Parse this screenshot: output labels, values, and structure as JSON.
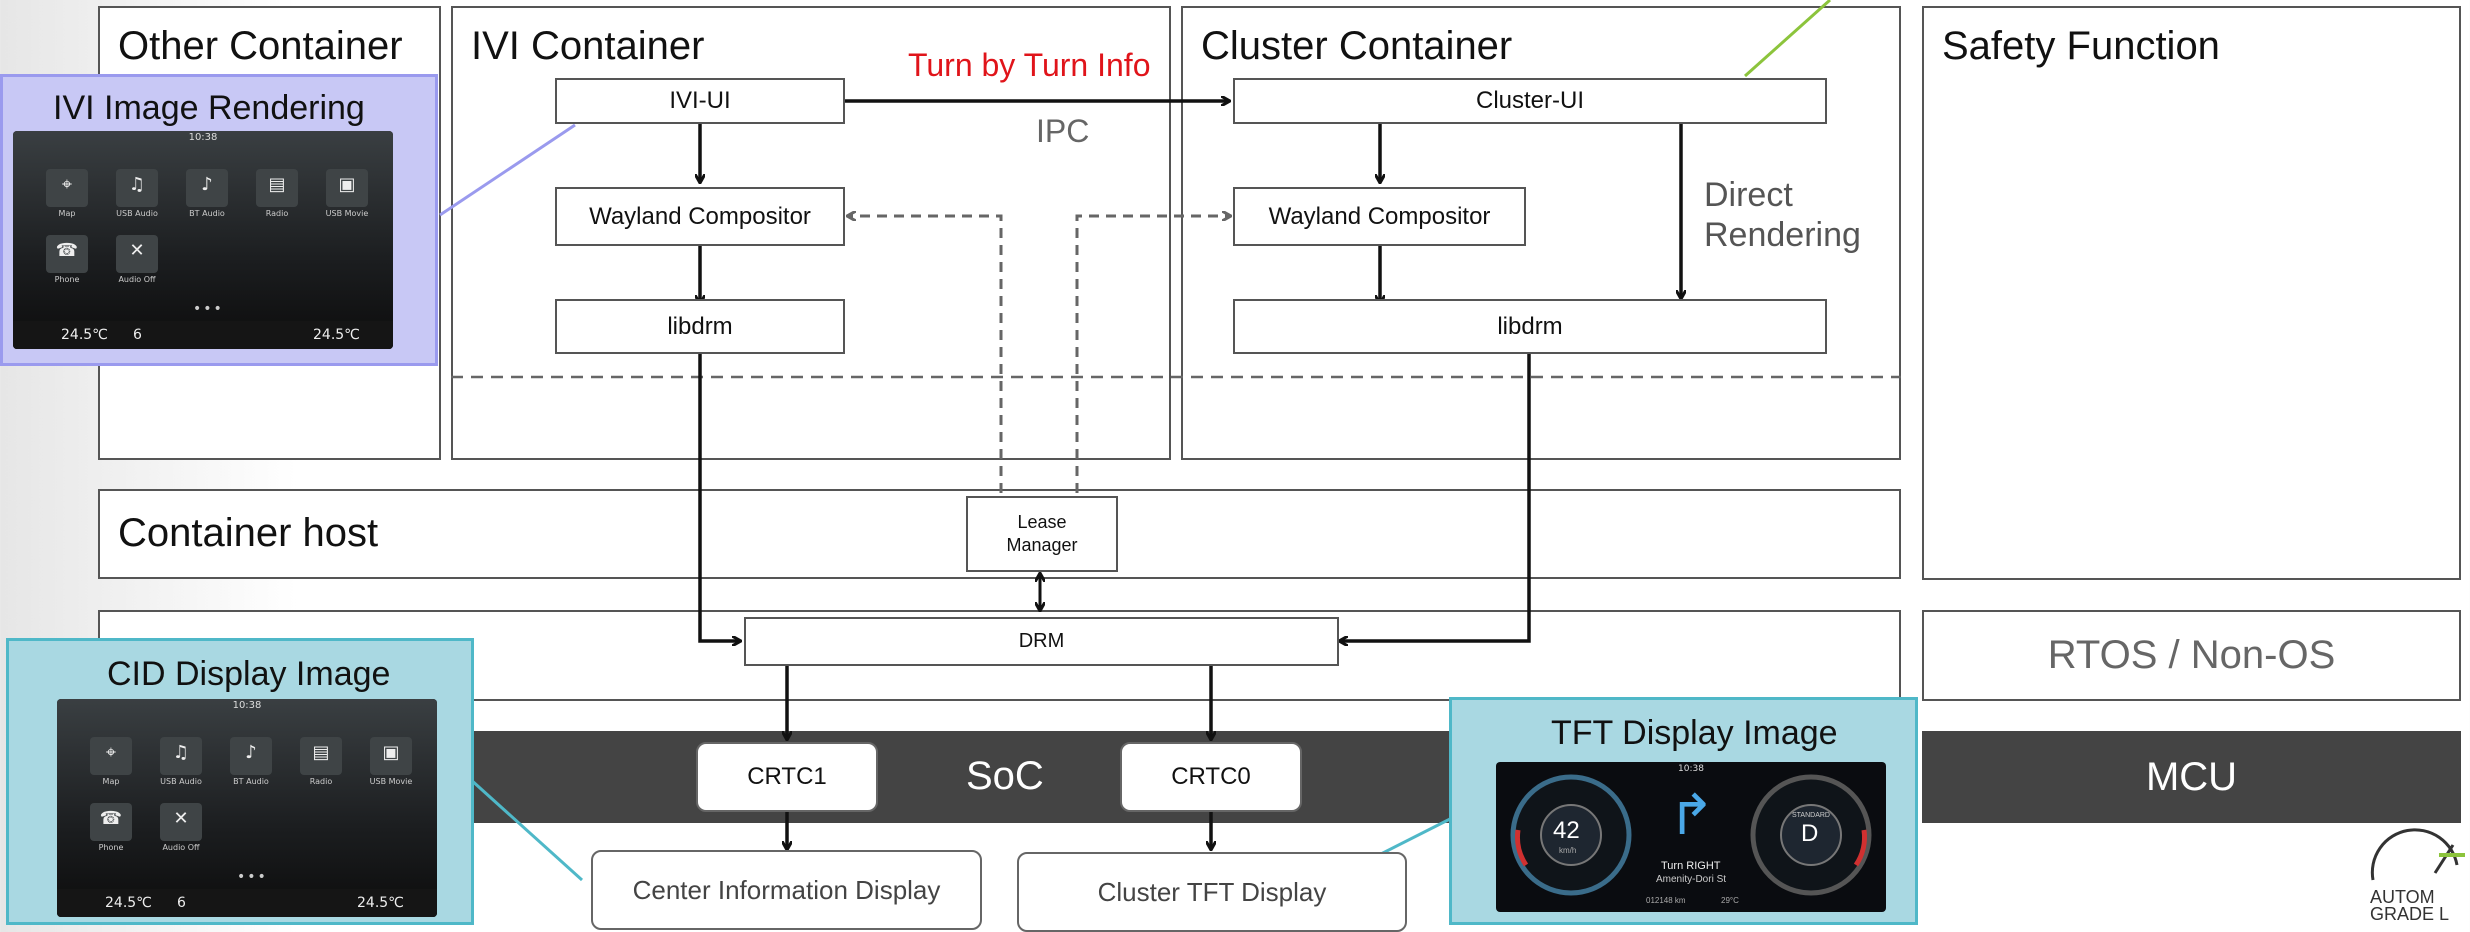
{
  "containers": {
    "other": "Other Container",
    "ivi": "IVI Container",
    "cluster": "Cluster Container",
    "safety": "Safety Function",
    "host": "Container host",
    "rtos": "RTOS / Non-OS",
    "soc": "SoC",
    "mcu": "MCU"
  },
  "nodes": {
    "ivi_ui": "IVI-UI",
    "ivi_wayland": "Wayland Compositor",
    "ivi_libdrm": "libdrm",
    "cluster_ui": "Cluster-UI",
    "cluster_wayland": "Wayland Compositor",
    "cluster_libdrm": "libdrm",
    "lease_manager_line1": "Lease",
    "lease_manager_line2": "Manager",
    "drm": "DRM",
    "crtc1": "CRTC1",
    "crtc0": "CRTC0",
    "cid_display": "Center Information Display",
    "tft_display": "Cluster TFT Display"
  },
  "annotations": {
    "turn_by_turn": "Turn by Turn Info",
    "ipc": "IPC",
    "direct_rendering_line1": "Direct",
    "direct_rendering_line2": "Rendering"
  },
  "panels": {
    "ivi_image": "IVI Image Rendering",
    "cid_image": "CID Display Image",
    "tft_image": "TFT Display Image"
  },
  "screen": {
    "time": "10:38",
    "apps": [
      "Map",
      "USB Audio",
      "BT Audio",
      "Radio",
      "USB Movie",
      "Phone",
      "Audio Off"
    ],
    "temp_left": "24.5℃",
    "temp_right": "24.5℃",
    "fan": "6"
  },
  "tft_screen": {
    "time": "10:38",
    "speed": "42",
    "speed_unit": "km/h",
    "gear": "D",
    "gear_mode": "STANDARD",
    "turn_text": "Turn RIGHT",
    "street": "Amenity-Dori St",
    "odometer": "012148 km",
    "outside_temp": "29°C"
  },
  "logo": {
    "line1": "AUTOM",
    "line2": "GRADE L"
  },
  "colors": {
    "red_text": "#e0141a",
    "ivi_panel": "#c8c8f5",
    "ivi_panel_border": "#9a9aee",
    "cyan_panel": "#a9d8e2",
    "cyan_border": "#4fb8c8",
    "soc_bar": "#444444",
    "green_line": "#8cc43c"
  }
}
